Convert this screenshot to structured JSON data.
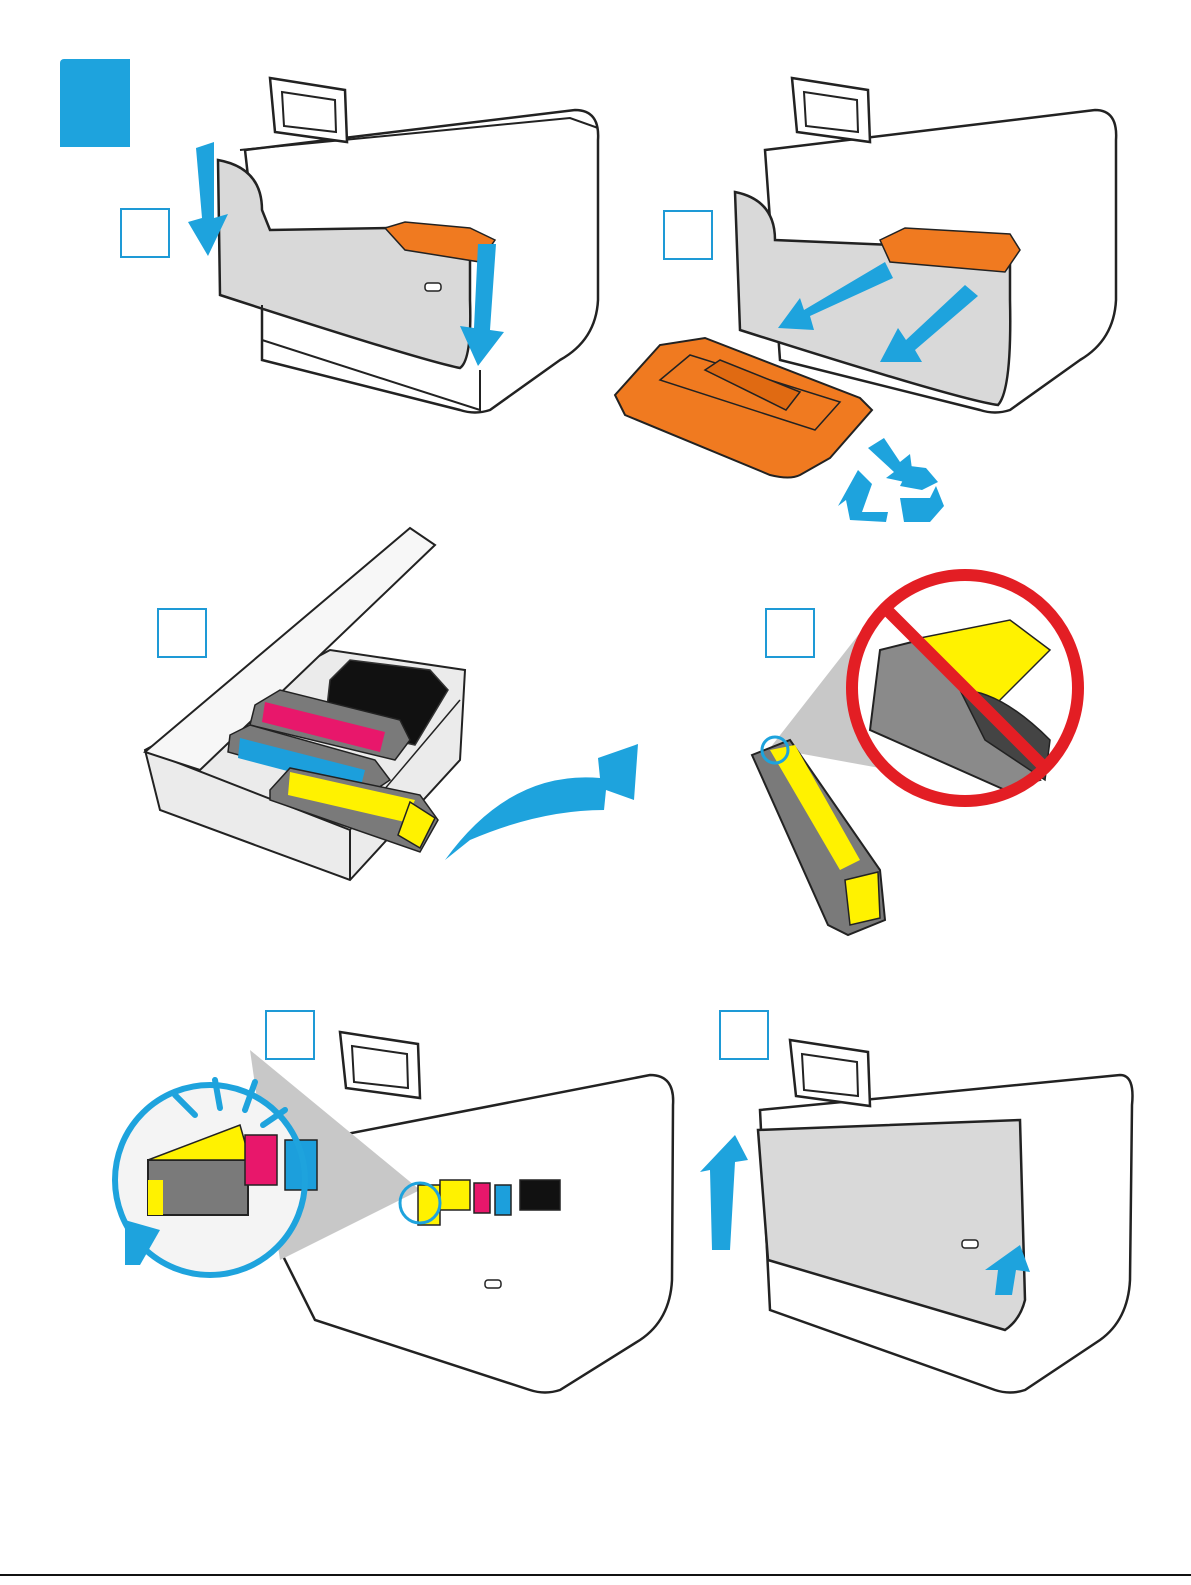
{
  "colors": {
    "accent_blue": "#1ea3dd",
    "orange": "#f07a20",
    "yellow": "#fff200",
    "magenta": "#e8176b",
    "cyan": "#1c9fdc",
    "black": "#111111",
    "gray": "#7a7a7a",
    "red": "#e31e24"
  },
  "steps": [
    {
      "id": "open-door",
      "icons": [
        "arrow-down-icon"
      ]
    },
    {
      "id": "remove-packing",
      "icons": [
        "arrow-icon",
        "recycle-icon"
      ]
    },
    {
      "id": "unpack-cartridges",
      "icons": [
        "curved-arrow-icon"
      ]
    },
    {
      "id": "do-not-touch-chip",
      "icons": [
        "prohibited-icon"
      ]
    },
    {
      "id": "insert-cartridges",
      "icons": [
        "click-icon"
      ]
    },
    {
      "id": "close-door",
      "icons": [
        "arrow-up-icon"
      ]
    }
  ]
}
